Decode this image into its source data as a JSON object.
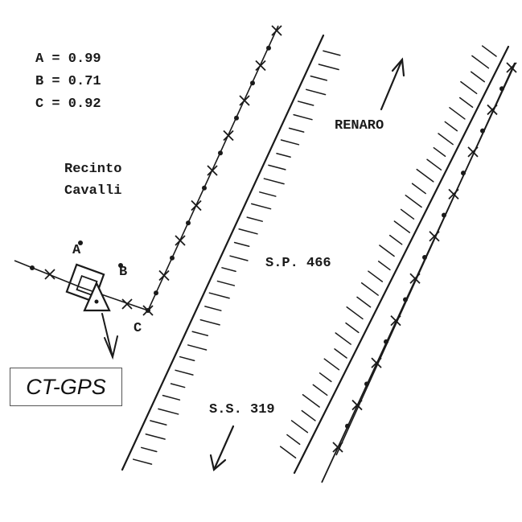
{
  "params": [
    {
      "label": "A = 0.99"
    },
    {
      "label": "B = 0.71"
    },
    {
      "label": "C = 0.92"
    }
  ],
  "labels": {
    "recinto_line1": "Recinto",
    "recinto_line2": "Cavalli",
    "renaro": "RENARO",
    "sp466": "S.P. 466",
    "ss319": "S.S. 319",
    "point_a": "A",
    "point_b": "B",
    "point_c": "C",
    "station": "CT-GPS"
  },
  "colors": {
    "ink": "#1a1a1a",
    "box_border": "#555555"
  }
}
